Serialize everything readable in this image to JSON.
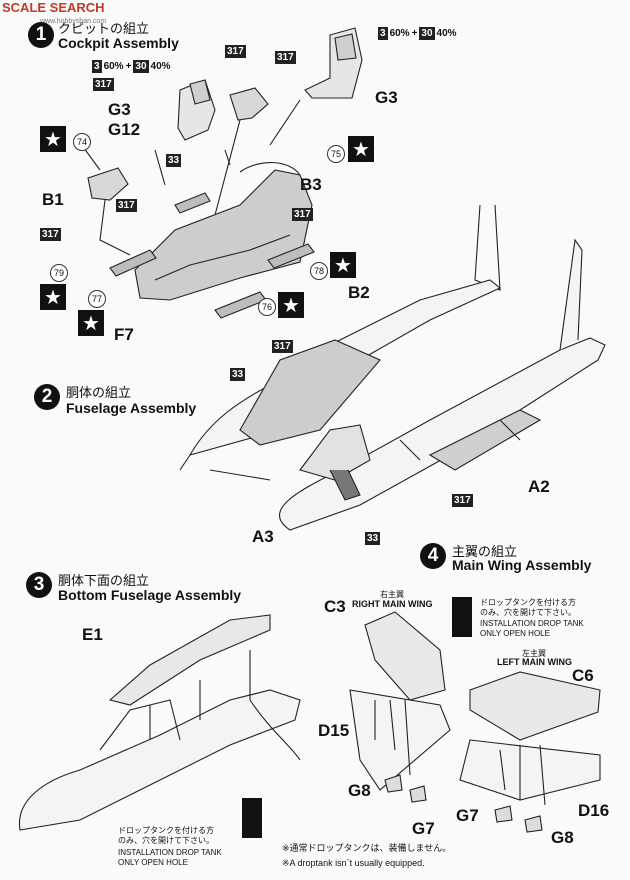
{
  "watermark": {
    "text": "SCALE SEARCH",
    "url": "www.hobbyshan.com"
  },
  "steps": [
    {
      "num": "1",
      "jp": "クピットの組立",
      "en": "Cockpit Assembly"
    },
    {
      "num": "2",
      "jp": "胴体の組立",
      "en": "Fuselage Assembly"
    },
    {
      "num": "3",
      "jp": "胴体下面の組立",
      "en": "Bottom Fuselage Assembly"
    },
    {
      "num": "4",
      "jp": "主翼の組立",
      "en": "Main Wing Assembly"
    }
  ],
  "paint_mix": {
    "a": "3",
    "a_pct": "60%",
    "plus": "+",
    "b": "30",
    "b_pct": "40%"
  },
  "paint_code": "317",
  "paint_code_33": "33",
  "decals": {
    "d74": "74",
    "d75": "75",
    "d76": "76",
    "d77": "77",
    "d78": "78",
    "d79": "79"
  },
  "parts": {
    "G3": "G3",
    "G12": "G12",
    "B1": "B1",
    "B3": "B3",
    "F7": "F7",
    "B2": "B2",
    "A2": "A2",
    "A3": "A3",
    "E1": "E1",
    "C3": "C3",
    "C6": "C6",
    "D15": "D15",
    "D16": "D16",
    "G7": "G7",
    "G8": "G8"
  },
  "right_wing": {
    "jp": "右主翼",
    "en": "RIGHT MAIN WING"
  },
  "left_wing": {
    "jp": "左主翼",
    "en": "LEFT MAIN WING"
  },
  "drop_tank_note": {
    "jp1": "ドロップタンクを付ける方",
    "jp2": "のみ、穴を開けて下さい。",
    "en1": "INSTALLATION DROP TANK",
    "en2": "ONLY OPEN HOLE"
  },
  "footer": {
    "jp": "※通常ドロップタンクは、装備しません。",
    "en": "※A droptank isn`t usually equipped."
  }
}
